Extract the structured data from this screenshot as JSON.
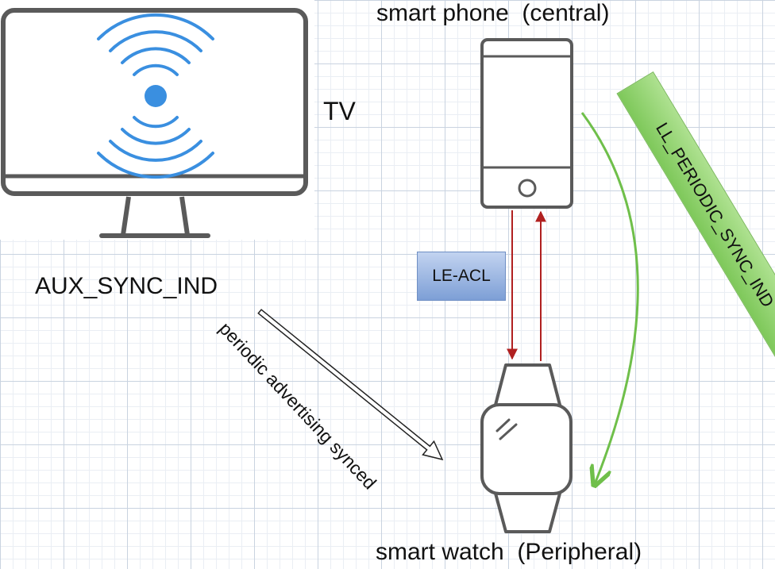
{
  "labels": {
    "phone": "smart phone  (central)",
    "tv": "TV",
    "aux_sync_ind": "AUX_SYNC_IND",
    "periodic_synced": "periodic advertising synced",
    "le_acl": "LE-ACL",
    "ll_periodic_sync_ind": "LL_PERIODIC_SYNC_IND",
    "watch": "smart watch  (Peripheral)"
  },
  "colors": {
    "signal_blue": "#3a8fe0",
    "device_gray": "#5a5a5a",
    "acl_arrow_red": "#b02020",
    "sync_arrow_green": "#6fbf4a"
  },
  "icons": {
    "tv": "tv-broadcast-icon",
    "phone": "smartphone-icon",
    "watch": "smartwatch-icon"
  }
}
